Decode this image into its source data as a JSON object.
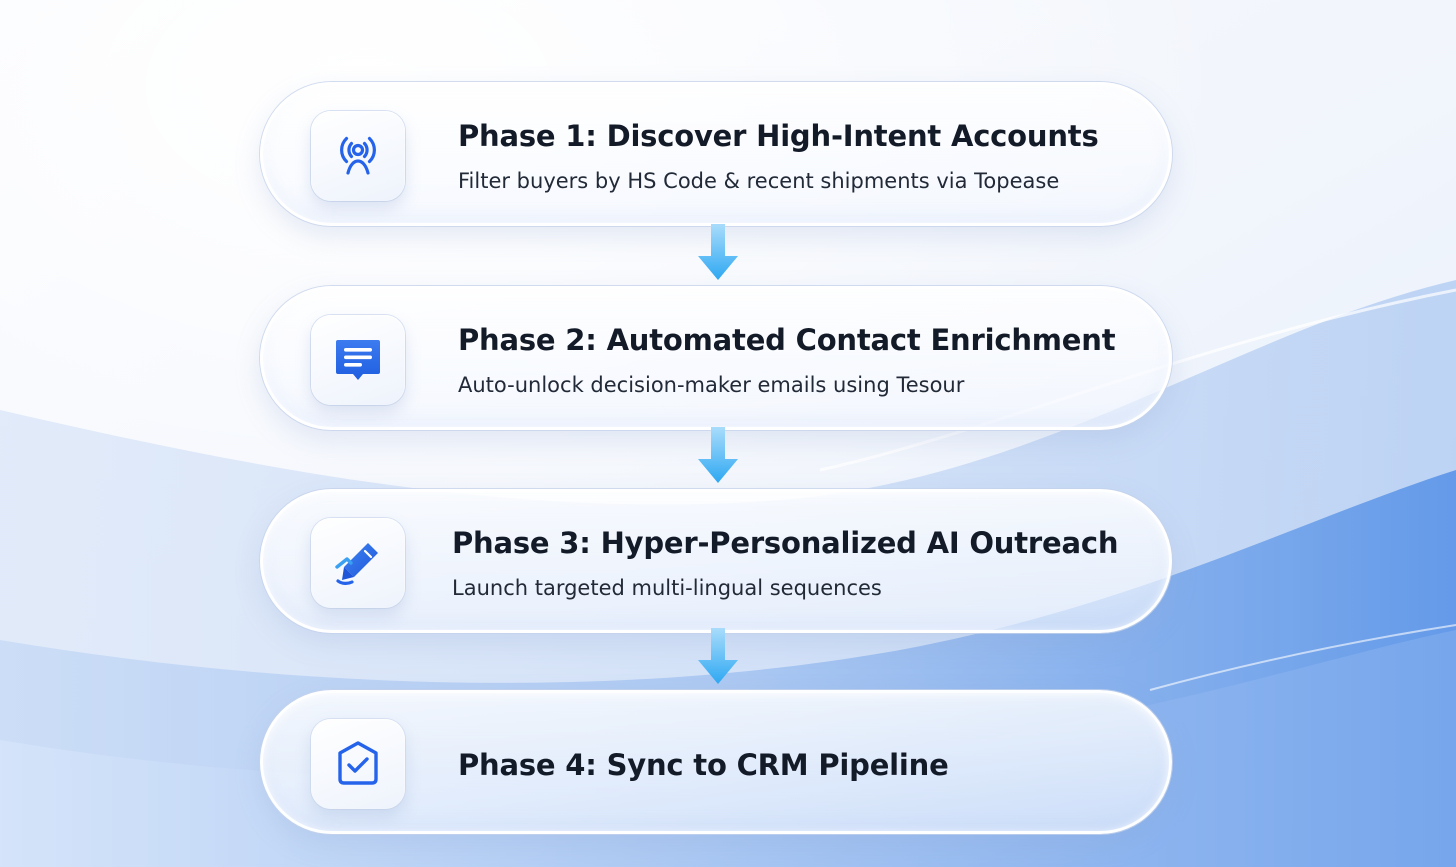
{
  "phases": [
    {
      "title": "Phase 1: Discover High-Intent Accounts",
      "description": "Filter buyers by HS Code & recent shipments via Topease",
      "icon": "broadcast-signal-icon"
    },
    {
      "title": "Phase 2: Automated Contact Enrichment",
      "description": "Auto-unlock decision-maker emails using Tesour",
      "icon": "chat-message-icon"
    },
    {
      "title": "Phase 3: Hyper-Personalized AI Outreach",
      "description": "Launch targeted multi-lingual sequences",
      "icon": "pen-sign-icon"
    },
    {
      "title": "Phase 4: Sync to CRM Pipeline",
      "description": "",
      "icon": "shield-check-icon"
    }
  ],
  "colors": {
    "icon_blue": "#2563eb",
    "arrow_blue": "#38b6f5",
    "title_text": "#131a28"
  }
}
